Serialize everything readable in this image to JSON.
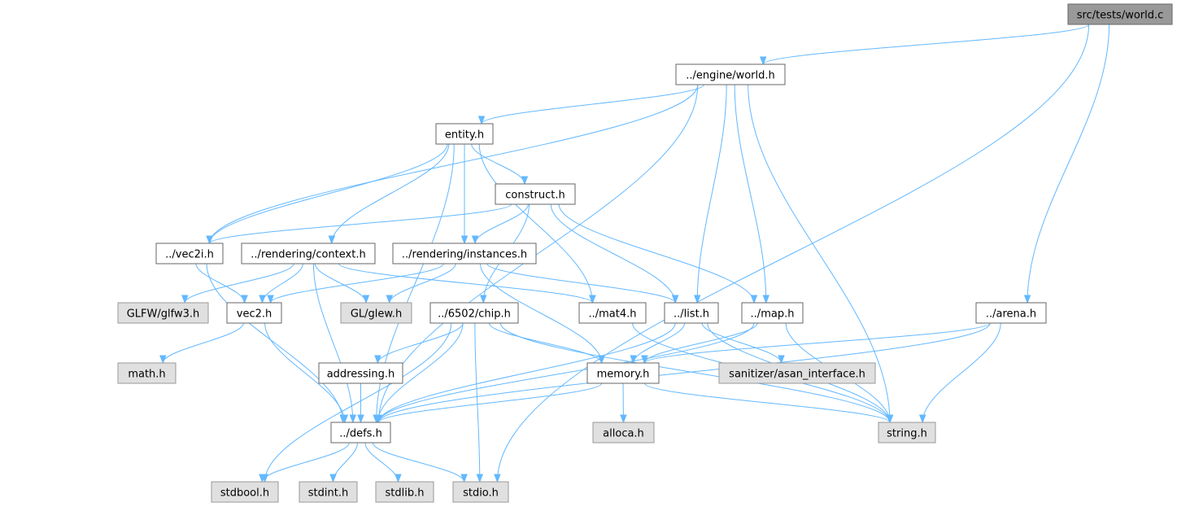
{
  "colors": {
    "edge": "#63b8ff",
    "local_fill": "#ffffff",
    "system_fill": "#e0e0e0",
    "root_fill": "#999999",
    "border": "#666666"
  },
  "nodes": [
    {
      "id": "world_c",
      "label": "src/tests/world.c",
      "kind": "root"
    },
    {
      "id": "engine_world",
      "label": "../engine/world.h",
      "kind": "local"
    },
    {
      "id": "entity",
      "label": "entity.h",
      "kind": "local"
    },
    {
      "id": "construct",
      "label": "construct.h",
      "kind": "local"
    },
    {
      "id": "vec2i",
      "label": "../vec2i.h",
      "kind": "local"
    },
    {
      "id": "context",
      "label": "../rendering/context.h",
      "kind": "local"
    },
    {
      "id": "instances",
      "label": "../rendering/instances.h",
      "kind": "local"
    },
    {
      "id": "glfw",
      "label": "GLFW/glfw3.h",
      "kind": "system"
    },
    {
      "id": "vec2",
      "label": "vec2.h",
      "kind": "local"
    },
    {
      "id": "glew",
      "label": "GL/glew.h",
      "kind": "system"
    },
    {
      "id": "chip",
      "label": "../6502/chip.h",
      "kind": "local"
    },
    {
      "id": "mat4",
      "label": "../mat4.h",
      "kind": "local"
    },
    {
      "id": "list",
      "label": "../list.h",
      "kind": "local"
    },
    {
      "id": "map",
      "label": "../map.h",
      "kind": "local"
    },
    {
      "id": "arena",
      "label": "../arena.h",
      "kind": "local"
    },
    {
      "id": "math",
      "label": "math.h",
      "kind": "system"
    },
    {
      "id": "addressing",
      "label": "addressing.h",
      "kind": "local"
    },
    {
      "id": "memory",
      "label": "memory.h",
      "kind": "local"
    },
    {
      "id": "asan",
      "label": "sanitizer/asan_interface.h",
      "kind": "system"
    },
    {
      "id": "defs",
      "label": "../defs.h",
      "kind": "local"
    },
    {
      "id": "alloca",
      "label": "alloca.h",
      "kind": "system"
    },
    {
      "id": "string",
      "label": "string.h",
      "kind": "system"
    },
    {
      "id": "stdbool",
      "label": "stdbool.h",
      "kind": "system"
    },
    {
      "id": "stdint",
      "label": "stdint.h",
      "kind": "system"
    },
    {
      "id": "stdlib",
      "label": "stdlib.h",
      "kind": "system"
    },
    {
      "id": "stdio",
      "label": "stdio.h",
      "kind": "system"
    }
  ],
  "edges": [
    [
      "world_c",
      "engine_world"
    ],
    [
      "world_c",
      "arena"
    ],
    [
      "world_c",
      "stdio"
    ],
    [
      "engine_world",
      "entity"
    ],
    [
      "engine_world",
      "vec2i"
    ],
    [
      "engine_world",
      "list"
    ],
    [
      "engine_world",
      "map"
    ],
    [
      "engine_world",
      "string"
    ],
    [
      "engine_world",
      "defs"
    ],
    [
      "entity",
      "construct"
    ],
    [
      "entity",
      "vec2i"
    ],
    [
      "entity",
      "context"
    ],
    [
      "entity",
      "instances"
    ],
    [
      "entity",
      "mat4"
    ],
    [
      "entity",
      "defs"
    ],
    [
      "construct",
      "vec2i"
    ],
    [
      "construct",
      "instances"
    ],
    [
      "construct",
      "chip"
    ],
    [
      "construct",
      "list"
    ],
    [
      "construct",
      "map"
    ],
    [
      "vec2i",
      "vec2"
    ],
    [
      "vec2i",
      "defs"
    ],
    [
      "context",
      "glfw"
    ],
    [
      "context",
      "vec2"
    ],
    [
      "context",
      "glew"
    ],
    [
      "context",
      "mat4"
    ],
    [
      "context",
      "defs"
    ],
    [
      "instances",
      "vec2"
    ],
    [
      "instances",
      "glew"
    ],
    [
      "instances",
      "list"
    ],
    [
      "instances",
      "memory"
    ],
    [
      "vec2",
      "math"
    ],
    [
      "vec2",
      "defs"
    ],
    [
      "chip",
      "addressing"
    ],
    [
      "chip",
      "memory"
    ],
    [
      "chip",
      "defs"
    ],
    [
      "chip",
      "stdbool"
    ],
    [
      "chip",
      "stdio"
    ],
    [
      "chip",
      "string"
    ],
    [
      "mat4",
      "string"
    ],
    [
      "list",
      "memory"
    ],
    [
      "list",
      "asan"
    ],
    [
      "list",
      "string"
    ],
    [
      "list",
      "defs"
    ],
    [
      "map",
      "memory"
    ],
    [
      "map",
      "string"
    ],
    [
      "map",
      "defs"
    ],
    [
      "arena",
      "memory"
    ],
    [
      "arena",
      "string"
    ],
    [
      "arena",
      "defs"
    ],
    [
      "addressing",
      "defs"
    ],
    [
      "memory",
      "alloca"
    ],
    [
      "memory",
      "string"
    ],
    [
      "memory",
      "defs"
    ],
    [
      "defs",
      "stdbool"
    ],
    [
      "defs",
      "stdint"
    ],
    [
      "defs",
      "stdlib"
    ],
    [
      "defs",
      "stdio"
    ]
  ]
}
